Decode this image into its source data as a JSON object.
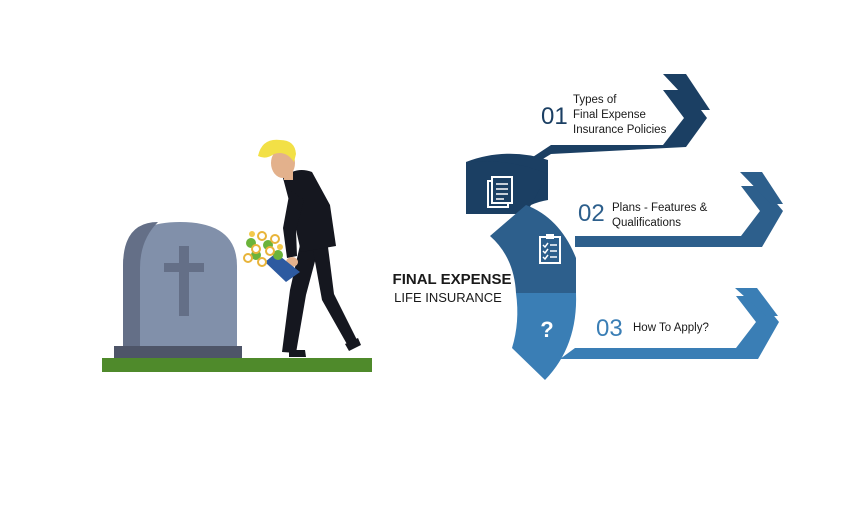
{
  "center": {
    "title": "FINAL EXPENSE",
    "subtitle": "LIFE INSURANCE"
  },
  "steps": [
    {
      "number": "01",
      "lines": [
        "Types of",
        "Final Expense",
        "Insurance Policies"
      ],
      "color": "#1b3f63",
      "icon": "document-icon"
    },
    {
      "number": "02",
      "lines": [
        "Plans - Features &",
        "Qualifications"
      ],
      "color": "#2d5f8c",
      "icon": "checklist-icon"
    },
    {
      "number": "03",
      "lines": [
        "How To Apply?"
      ],
      "color": "#3a7eb5",
      "icon": "question-icon"
    }
  ],
  "colors": {
    "grass": "#4f8a2b",
    "tombstone": "#8190aa",
    "tombstone_dark": "#646f87",
    "hair": "#f2e046",
    "suit": "#15171f",
    "skin": "#e3b18c"
  },
  "scene_icons": [
    "tombstone-icon",
    "cross-icon",
    "mourner-figure",
    "flower-bouquet-icon"
  ]
}
